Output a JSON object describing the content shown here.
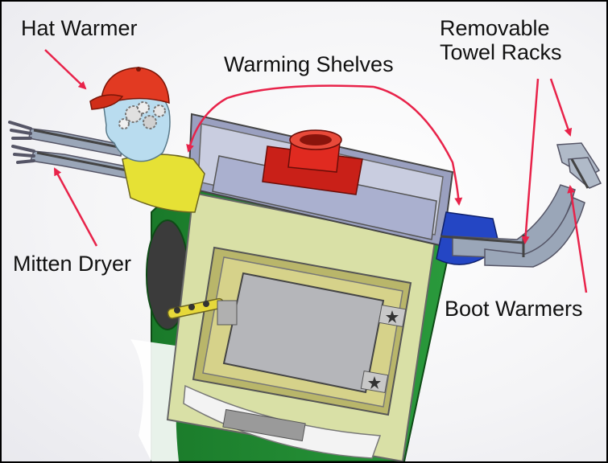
{
  "labels": {
    "hat_warmer": "Hat Warmer",
    "warming_shelves": "Warming Shelves",
    "towel_racks_line1": "Removable",
    "towel_racks_line2": "Towel Racks",
    "mitten_dryer": "Mitten Dryer",
    "boot_warmers": "Boot Warmers"
  },
  "colors": {
    "arrow": "#e8234a",
    "stove_body": "#1f8a2f",
    "stove_front": "#d9e0a6",
    "flue": "#e02a20",
    "hat": "#e23a22",
    "head": "#b9dcef",
    "shirt": "#e6e135",
    "shorts": "#2446c4",
    "limbs": "#9aa6b8",
    "shelf": "#aab0cf",
    "window": "#b5b6ba"
  },
  "icons": [
    "hat-icon",
    "gear-icon",
    "star-icon",
    "door-latch-icon"
  ]
}
